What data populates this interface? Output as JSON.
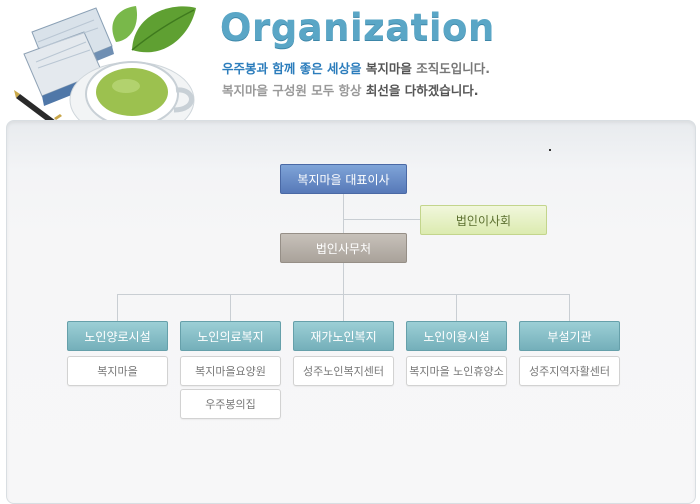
{
  "header": {
    "title": "Organization",
    "line1": {
      "part1": "우주봉과 함께 좋은 세상을",
      "part2": " 복지마을 ",
      "part3": "조직도입니다."
    },
    "line2": {
      "part1": "복지마을 구성원 모두 항상 ",
      "part2": "최선을 다하겠습니다."
    }
  },
  "org": {
    "ceo": "복지마을 대표이사",
    "board": "법인이사회",
    "office": "법인사무처",
    "departments": [
      {
        "label": "노인양로시설",
        "subs": [
          "복지마을"
        ]
      },
      {
        "label": "노인의료복지",
        "subs": [
          "복지마을요양원",
          "우주봉의집"
        ]
      },
      {
        "label": "재가노인복지",
        "subs": [
          "성주노인복지센터"
        ]
      },
      {
        "label": "노인이용시설",
        "subs": [
          "복지마을 노인휴양소"
        ]
      },
      {
        "label": "부설기관",
        "subs": [
          "성주지역자활센터"
        ]
      }
    ]
  },
  "colors": {
    "title": "#5aa6c6",
    "ceo_box": "#6a8cc8",
    "board_box": "#dcebb0",
    "office_box": "#b5aea6",
    "dept_box": "#84bcc6"
  }
}
